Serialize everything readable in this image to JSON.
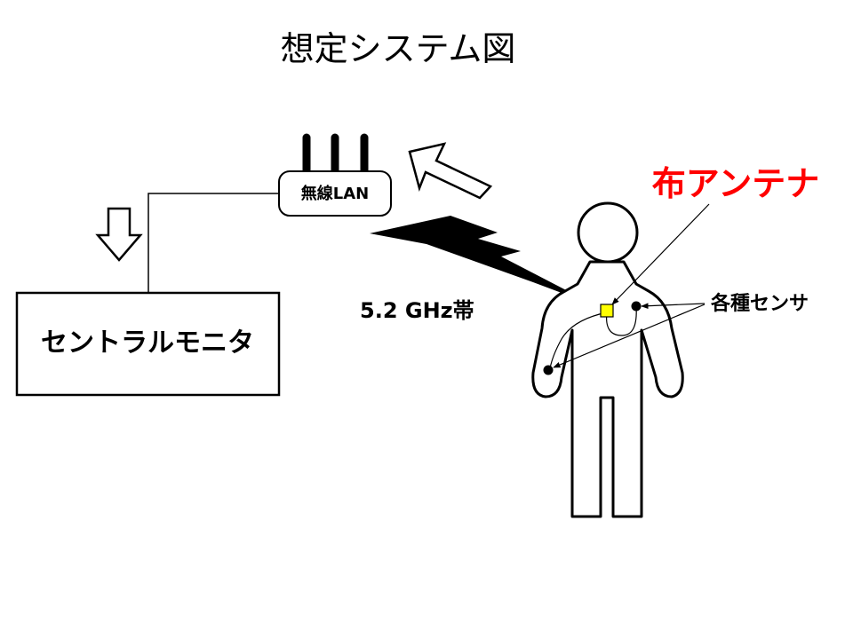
{
  "title": "想定システム図",
  "router": {
    "label": "無線LAN"
  },
  "monitor": {
    "label": "セントラルモニタ"
  },
  "band": {
    "label": "5.2 GHz帯"
  },
  "antenna": {
    "label": "布アンテナ",
    "color": "#ff0000",
    "marker_color": "#ffff00"
  },
  "sensors": {
    "label": "各種センサ"
  }
}
